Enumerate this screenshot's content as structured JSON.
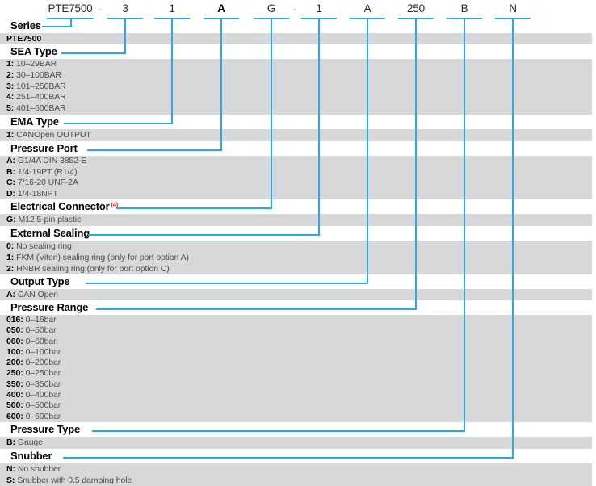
{
  "colors": {
    "accent": "#29abe2",
    "band": "#d7d8d9",
    "reference_red": "#e8232a"
  },
  "code_row": [
    {
      "text": "PTE7500",
      "type": "code"
    },
    {
      "text": "-",
      "type": "separator"
    },
    {
      "text": "3",
      "type": "code"
    },
    {
      "text": "1",
      "type": "code"
    },
    {
      "text": "A",
      "type": "code",
      "bold": true
    },
    {
      "text": "G",
      "type": "code"
    },
    {
      "text": "-",
      "type": "separator"
    },
    {
      "text": "1",
      "type": "code"
    },
    {
      "text": "A",
      "type": "code"
    },
    {
      "text": "250",
      "type": "code"
    },
    {
      "text": "B",
      "type": "code"
    },
    {
      "text": "N",
      "type": "code"
    }
  ],
  "sections": [
    {
      "heading": "Series",
      "options": [
        {
          "label": "PTE7500",
          "text": ""
        }
      ]
    },
    {
      "heading": "SEA Type",
      "options": [
        {
          "label": "1:",
          "text": "10–29BAR"
        },
        {
          "label": "2:",
          "text": "30–100BAR"
        },
        {
          "label": "3:",
          "text": "101–250BAR"
        },
        {
          "label": "4:",
          "text": "251–400BAR"
        },
        {
          "label": "5:",
          "text": "401–600BAR"
        }
      ]
    },
    {
      "heading": "EMA Type",
      "options": [
        {
          "label": "1:",
          "text": "CANOpen OUTPUT"
        }
      ]
    },
    {
      "heading": "Pressure Port",
      "options": [
        {
          "label": "A:",
          "text": "G1/4A DIN 3852-E"
        },
        {
          "label": "B:",
          "text": "1/4-19PT (R1/4)"
        },
        {
          "label": "C:",
          "text": "7/16-20 UNF-2A"
        },
        {
          "label": "D:",
          "text": "1/4-18NPT"
        }
      ]
    },
    {
      "heading": "Electrical Connector",
      "superscript": "(4)",
      "options": [
        {
          "label": "G:",
          "text": "M12 5-pin plastic"
        }
      ]
    },
    {
      "heading": "External Sealing",
      "options": [
        {
          "label": "0:",
          "text": "No sealing ring"
        },
        {
          "label": "1:",
          "text": "FKM (Viton) sealing ring (only for port option A)"
        },
        {
          "label": "2:",
          "text": "HNBR sealing ring (only for port option C)"
        }
      ]
    },
    {
      "heading": "Output Type",
      "options": [
        {
          "label": "A:",
          "text": "CAN Open"
        }
      ]
    },
    {
      "heading": "Pressure Range",
      "options": [
        {
          "label": "016:",
          "text": "0–16bar"
        },
        {
          "label": "050:",
          "text": "0–50bar"
        },
        {
          "label": "060:",
          "text": "0–60bar"
        },
        {
          "label": "100:",
          "text": "0–100bar"
        },
        {
          "label": "200:",
          "text": "0–200bar"
        },
        {
          "label": "250:",
          "text": "0–250bar"
        },
        {
          "label": "350:",
          "text": "0–350bar"
        },
        {
          "label": "400:",
          "text": "0–400bar"
        },
        {
          "label": "500:",
          "text": "0–500bar"
        },
        {
          "label": "600:",
          "text": "0–600bar"
        }
      ]
    },
    {
      "heading": "Pressure Type",
      "options": [
        {
          "label": "B:",
          "text": "Gauge"
        }
      ]
    },
    {
      "heading": "Snubber",
      "options": [
        {
          "label": "N:",
          "text": "No snubber"
        },
        {
          "label": "S:",
          "text": "Snubber with 0.5 damping hole"
        }
      ]
    }
  ]
}
